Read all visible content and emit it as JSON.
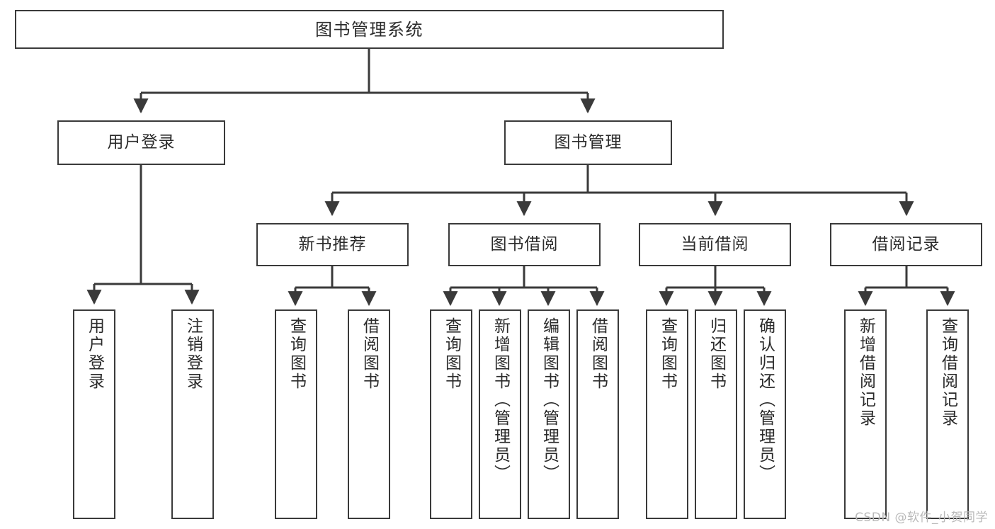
{
  "diagram": {
    "type": "tree",
    "title": "图书管理系统",
    "orientation": "top-down",
    "colors": {
      "stroke": "#3a3a3a",
      "fill": "#ffffff",
      "text": "#2b2b2b",
      "watermark": "#b9b9b9"
    },
    "root": {
      "id": "root",
      "label": "图书管理系统"
    },
    "level1": [
      {
        "id": "user-login",
        "label": "用户登录"
      },
      {
        "id": "book-manage",
        "label": "图书管理"
      }
    ],
    "level2": [
      {
        "id": "new-book-rec",
        "label": "新书推荐",
        "parent": "book-manage"
      },
      {
        "id": "book-borrow",
        "label": "图书借阅",
        "parent": "book-manage"
      },
      {
        "id": "current-borrow",
        "label": "当前借阅",
        "parent": "book-manage"
      },
      {
        "id": "borrow-record",
        "label": "借阅记录",
        "parent": "book-manage"
      }
    ],
    "leaves": [
      {
        "id": "leaf-user-login",
        "label": "用户登录",
        "parent": "user-login"
      },
      {
        "id": "leaf-user-logout",
        "label": "注销登录",
        "parent": "user-login"
      },
      {
        "id": "leaf-rec-query-book",
        "label": "查询图书",
        "parent": "new-book-rec"
      },
      {
        "id": "leaf-rec-borrow-book",
        "label": "借阅图书",
        "parent": "new-book-rec"
      },
      {
        "id": "leaf-borrow-query-book",
        "label": "查询图书",
        "parent": "book-borrow"
      },
      {
        "id": "leaf-borrow-add-book",
        "label": "新增图书（管理员）",
        "parent": "book-borrow"
      },
      {
        "id": "leaf-borrow-edit-book",
        "label": "编辑图书（管理员）",
        "parent": "book-borrow"
      },
      {
        "id": "leaf-borrow-borrow-book",
        "label": "借阅图书",
        "parent": "book-borrow"
      },
      {
        "id": "leaf-current-query-book",
        "label": "查询图书",
        "parent": "current-borrow"
      },
      {
        "id": "leaf-current-return-book",
        "label": "归还图书",
        "parent": "current-borrow"
      },
      {
        "id": "leaf-current-confirm-return",
        "label": "确认归还（管理员）",
        "parent": "current-borrow"
      },
      {
        "id": "leaf-record-add",
        "label": "新增借阅记录",
        "parent": "borrow-record"
      },
      {
        "id": "leaf-record-query",
        "label": "查询借阅记录",
        "parent": "borrow-record"
      }
    ],
    "watermark": "CSDN @软件_小贺同学"
  }
}
